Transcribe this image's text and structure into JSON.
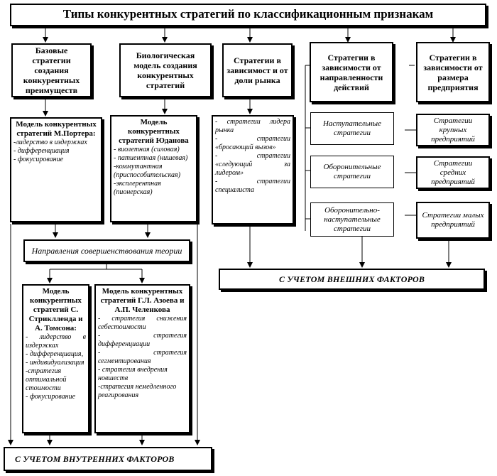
{
  "title": "Типы конкурентных стратегий по классификационным признакам",
  "columns": {
    "basic": "Базовые стратегии создания конкурентных преимуществ",
    "bio": "Биологическая модель создания конкурентных стратегий",
    "share": "Стратегии в зависимост и от доли рынка",
    "direction": "Стратегии в зависимости от направленности действий",
    "size": "Стратегии в зависимости от размера предприятия"
  },
  "porter": {
    "title": "Модель конкурентных стратегий М.Портера:",
    "items": [
      "-лидерство в издержках",
      "- дифференциация",
      "- фокусирование"
    ]
  },
  "yudanov": {
    "title": "Модель конкурентных стратегий Юданова",
    "items": [
      "- виолетная (силовая)",
      "- патиентная (нишевая)",
      "-коммутантная (приспособительская)",
      "-эксплерентная (пионерская)"
    ]
  },
  "market_share": {
    "items": [
      "- стратегии лидера рынка",
      "- стратегии «бросающий вызов»",
      "- стратегии «следующий за лидером»",
      "- стратегии специалиста"
    ]
  },
  "direction_items": [
    "Наступательные стратегии",
    "Оборонительные стратегии",
    "Оборонительно-наступательные стратегии"
  ],
  "size_items": [
    "Стратегии крупных предприятий",
    "Стратегии средних предприятий",
    "Стратегии малых предприятий"
  ],
  "theory": "Направления совершенствования теории",
  "stricklend": {
    "title": "Модель конкурентных стратегий С. Стриклленда и А. Томсона:",
    "items": [
      "- лидерство в издержках",
      "- дифференциация,",
      "- индивидуализация",
      "-стратегия оптимальной стоимости",
      "- фокусирование"
    ]
  },
  "azoev": {
    "title": "Модель конкурентных стратегий Г.Л. Азоева и А.П. Челенкова",
    "items": [
      "- стратегия снижения себестоимости",
      "- стратегия дифференциации",
      "- стратегия сегментирования",
      "- стратегия внедрения новшеств",
      "-стратегия немедленного реагирования"
    ]
  },
  "external": "С учетом внешних факторов",
  "internal": "С учетом внутренних факторов"
}
